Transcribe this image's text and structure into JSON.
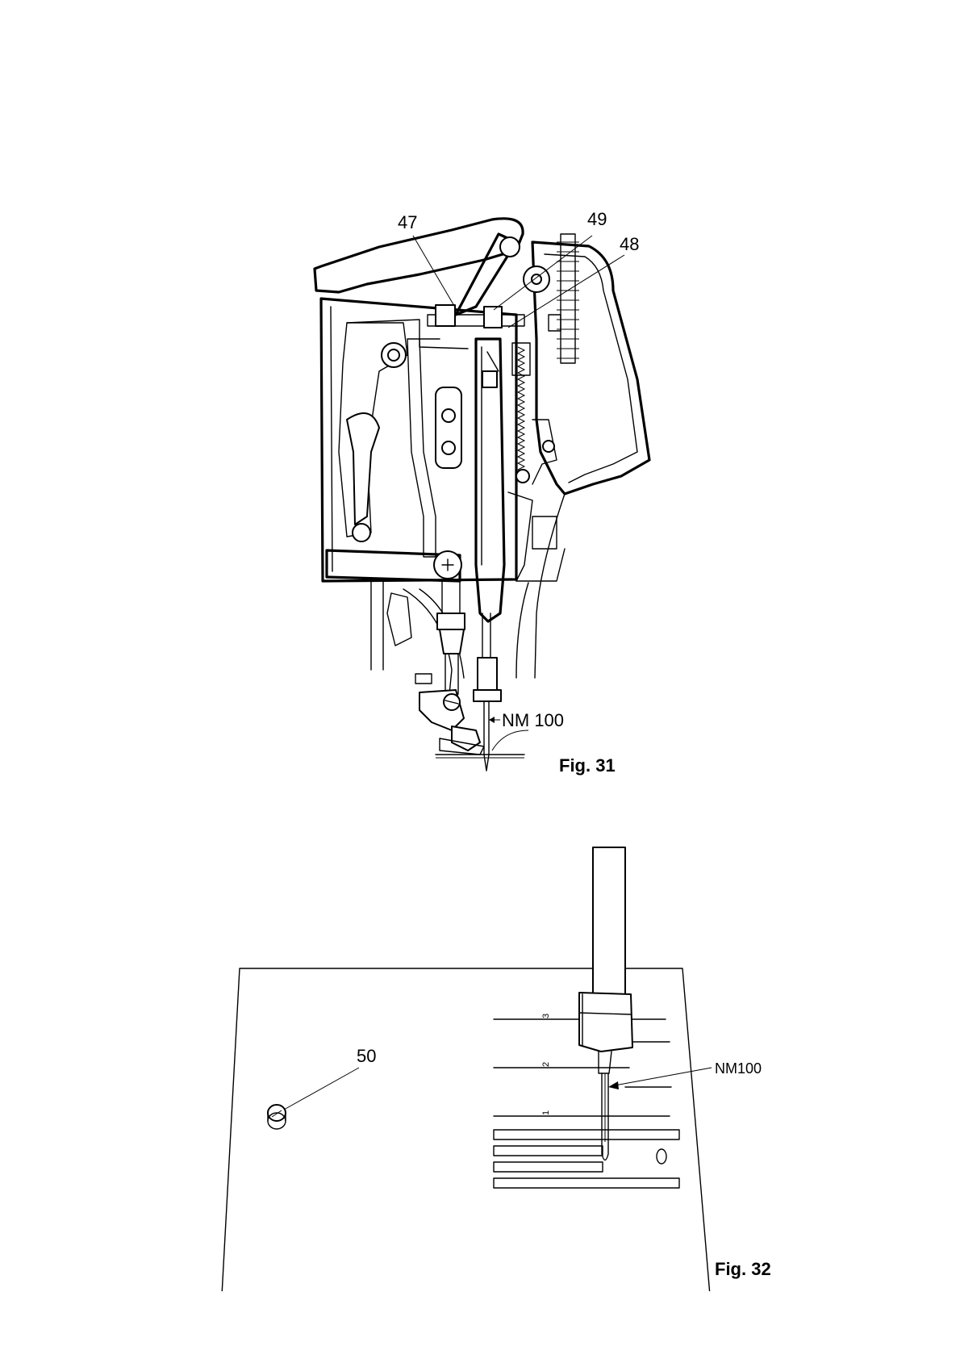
{
  "figures": [
    {
      "caption": "Fig. 31",
      "callouts": [
        {
          "id": "47",
          "label": "47"
        },
        {
          "id": "49",
          "label": "49"
        },
        {
          "id": "48",
          "label": "48"
        },
        {
          "id": "needle",
          "label": "NM 100"
        }
      ]
    },
    {
      "caption": "Fig. 32",
      "callouts": [
        {
          "id": "50",
          "label": "50"
        },
        {
          "id": "needle",
          "label": "NM100"
        }
      ],
      "plate_marks": [
        "3",
        "2",
        "1"
      ]
    }
  ]
}
